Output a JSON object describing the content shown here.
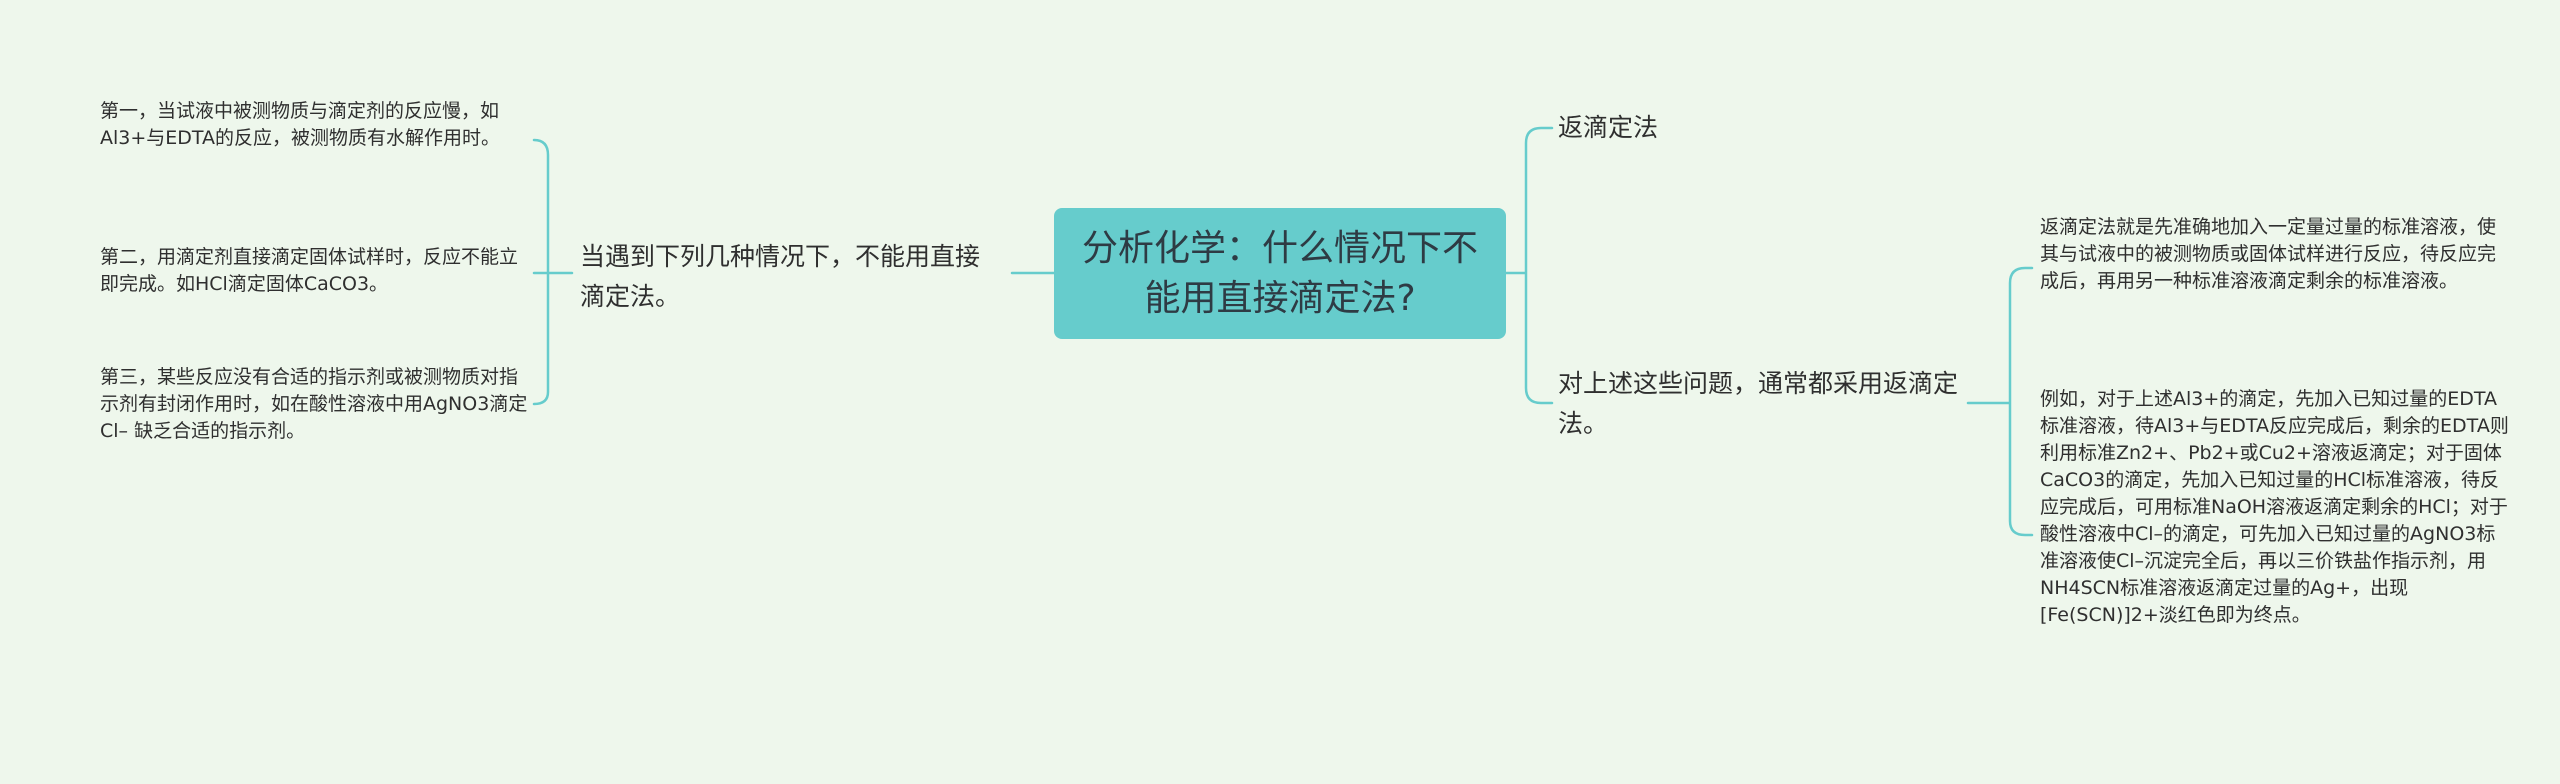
{
  "root": {
    "title": "分析化学：什么情况下不能用直接滴定法?"
  },
  "left_branch": {
    "label": "当遇到下列几种情况下，不能用直接滴定法。",
    "leaves": [
      "第一，当试液中被测物质与滴定剂的反应慢，如Al3+与EDTA的反应，被测物质有水解作用时。",
      "第二，用滴定剂直接滴定固体试样时，反应不能立即完成。如HCl滴定固体CaCO3。",
      "第三，某些反应没有合适的指示剂或被测物质对指示剂有封闭作用时，如在酸性溶液中用AgNO3滴定Cl– 缺乏合适的指示剂。"
    ]
  },
  "right_branches": [
    {
      "label": "返滴定法"
    },
    {
      "label": "对上述这些问题，通常都采用返滴定法。",
      "leaves": [
        "返滴定法就是先准确地加入一定量过量的标准溶液，使其与试液中的被测物质或固体试样进行反应，待反应完成后，再用另一种标准溶液滴定剩余的标准溶液。",
        "例如，对于上述Al3+的滴定，先加入已知过量的EDTA标准溶液，待Al3+与EDTA反应完成后，剩余的EDTA则利用标准Zn2+、Pb2+或Cu2+溶液返滴定；对于固体CaCO3的滴定，先加入已知过量的HCl标准溶液，待反应完成后，可用标准NaOH溶液返滴定剩余的HCl；对于酸性溶液中Cl–的滴定，可先加入已知过量的AgNO3标准溶液使Cl–沉淀完全后，再以三价铁盐作指示剂，用NH4SCN标准溶液返滴定过量的Ag+，出现[Fe(SCN)]2+淡红色即为终点。"
      ]
    }
  ],
  "colors": {
    "background": "#eef7ec",
    "root_fill": "#66cccc",
    "connector": "#66cccc"
  }
}
